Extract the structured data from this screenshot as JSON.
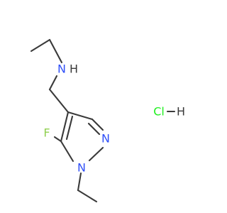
{
  "molecule": {
    "atoms": {
      "nitrogen_amine": "N",
      "hydrogen_amine": "H",
      "nitrogen_ring_2": "N",
      "nitrogen_ring_1": "N",
      "fluorine": "F"
    },
    "salt": {
      "chlorine": "Cl",
      "hydrogen": "H"
    }
  },
  "colors": {
    "bond": "#3a3a3a",
    "nitrogen": "#3050f8",
    "fluorine": "#90d050",
    "chlorine": "#1ff01f",
    "hydrogen": "#3a3a3a"
  }
}
